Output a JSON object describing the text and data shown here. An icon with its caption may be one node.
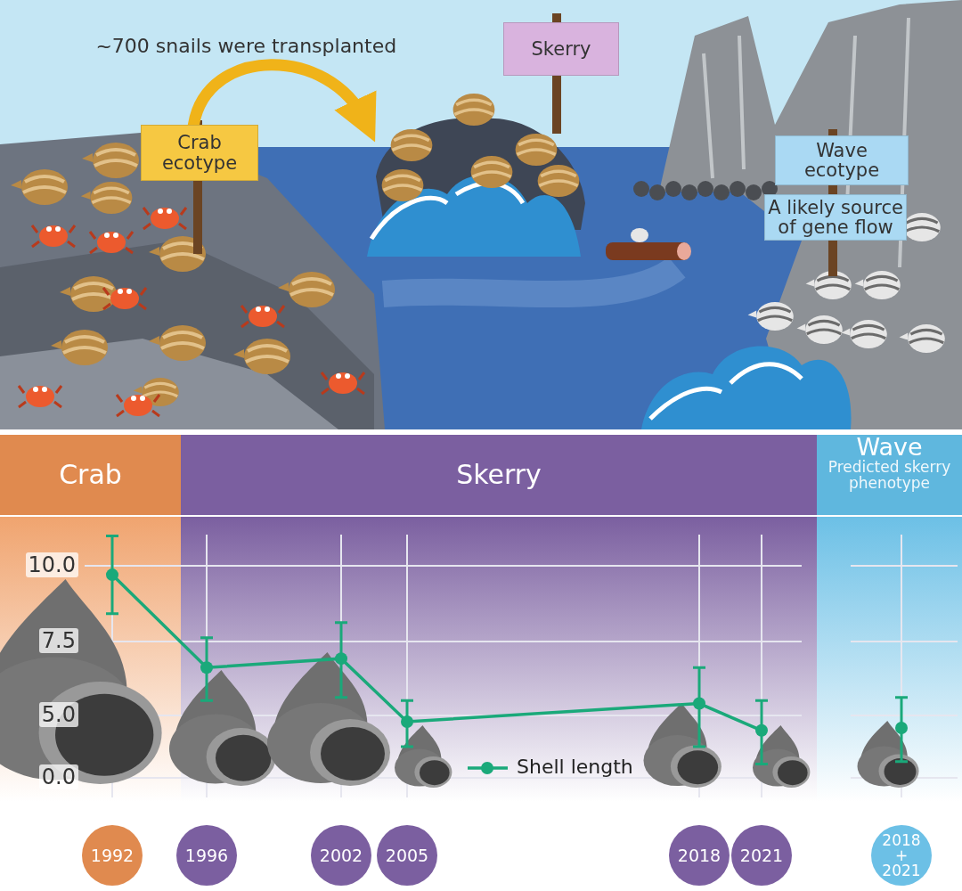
{
  "diagram": {
    "nodes": [
      {
        "text": [
          "Crab ecotype"
        ]
      },
      {
        "text": [
          "Skerry"
        ]
      },
      {
        "text": [],
        "shape": "picture"
      },
      {
        "text": [
          "Wave ecotype"
        ]
      },
      {
        "text": [
          "A likely source of gene flow"
        ]
      },
      {
        "text": [
          "Crab"
        ]
      },
      {
        "text": [
          "Skerry"
        ]
      },
      {
        "text": [
          "Wave",
          "Predicted skerry phenotype"
        ]
      },
      {
        "text": [
          "1992"
        ]
      },
      {
        "text": [
          "1996"
        ]
      },
      {
        "text": [
          "2002"
        ]
      },
      {
        "text": [
          "2005"
        ]
      },
      {
        "text": [
          "2018"
        ]
      },
      {
        "text": [
          "2021"
        ]
      },
      {
        "text": [
          "2018 + 2021"
        ]
      }
    ],
    "edges": [
      {
        "from": 0,
        "to": 2,
        "arrow": "to",
        "label": "~700 snails were transplanted"
      }
    ],
    "labels": [
      "10.0",
      "7.5",
      "5.0",
      "0.0"
    ],
    "legend": [
      {
        "text": "Shell length"
      }
    ]
  }
}
